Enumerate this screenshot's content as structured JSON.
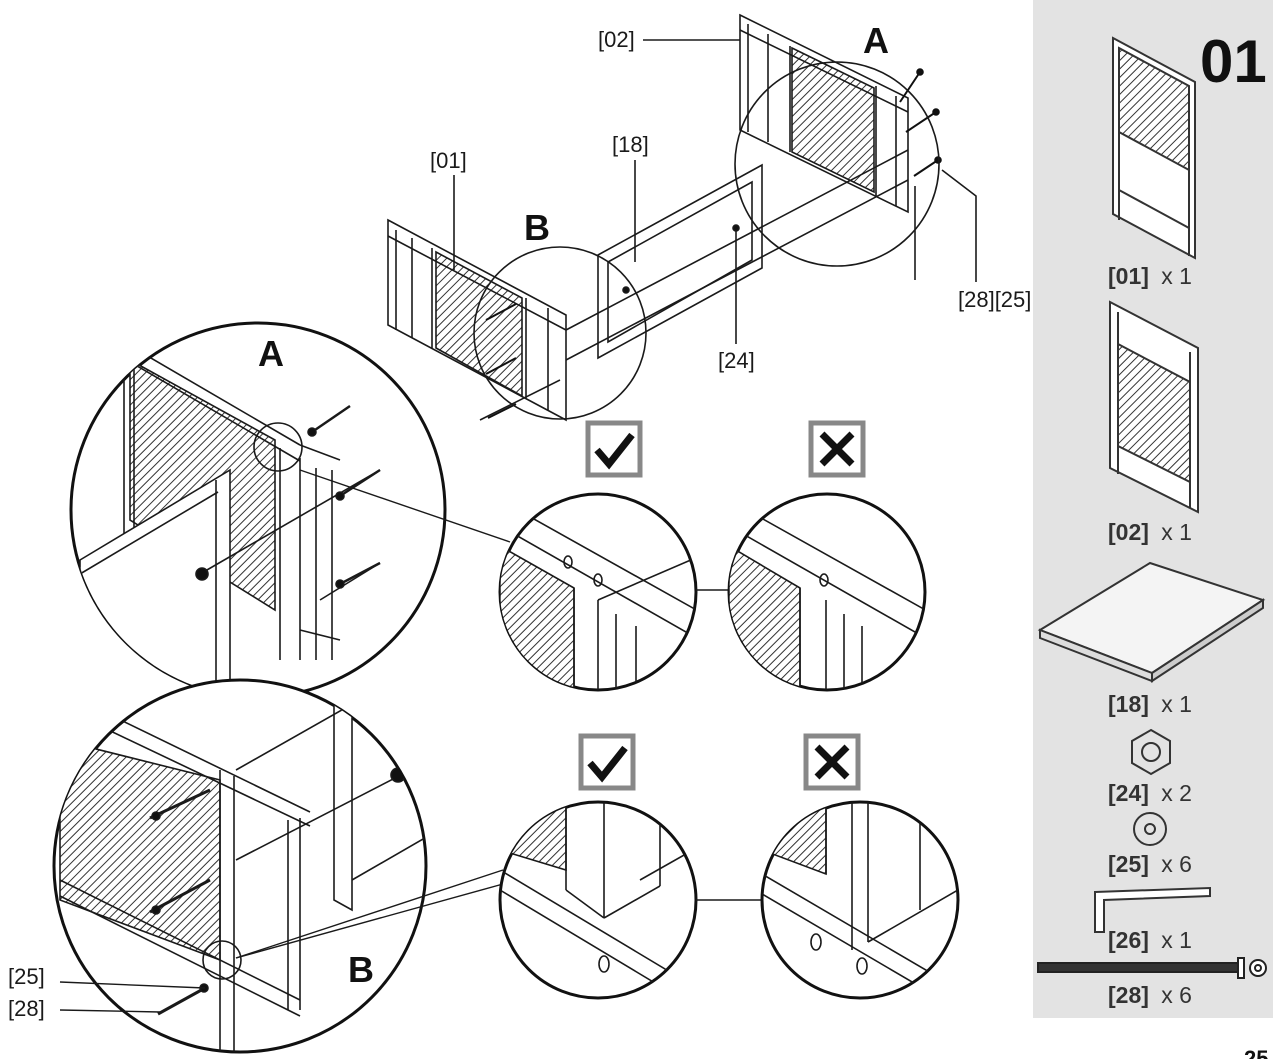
{
  "step_number": "01",
  "page_number": "25",
  "callouts": {
    "a_top": "A",
    "b_top": "B",
    "a_detail": "A",
    "b_detail": "B"
  },
  "main_labels": {
    "p02": "[02]",
    "p01": "[01]",
    "p18": "[18]",
    "p24": "[24]",
    "p28_25": "[28][25]",
    "p25": "[25]",
    "p28": "[28]"
  },
  "parts": [
    {
      "id": "[01]",
      "qty": "x 1",
      "icon": "side-frame-icon"
    },
    {
      "id": "[02]",
      "qty": "x 1",
      "icon": "side-frame-icon"
    },
    {
      "id": "[18]",
      "qty": "x 1",
      "icon": "shelf-panel-icon"
    },
    {
      "id": "[24]",
      "qty": "x 2",
      "icon": "hex-nut-icon"
    },
    {
      "id": "[25]",
      "qty": "x 6",
      "icon": "washer-icon"
    },
    {
      "id": "[26]",
      "qty": "x 1",
      "icon": "allen-key-icon"
    },
    {
      "id": "[28]",
      "qty": "x 6",
      "icon": "bolt-icon"
    }
  ],
  "colors": {
    "sidebar_bg": "#e3e3e3",
    "line": "#1a1a1a",
    "badge_border": "#888888"
  }
}
